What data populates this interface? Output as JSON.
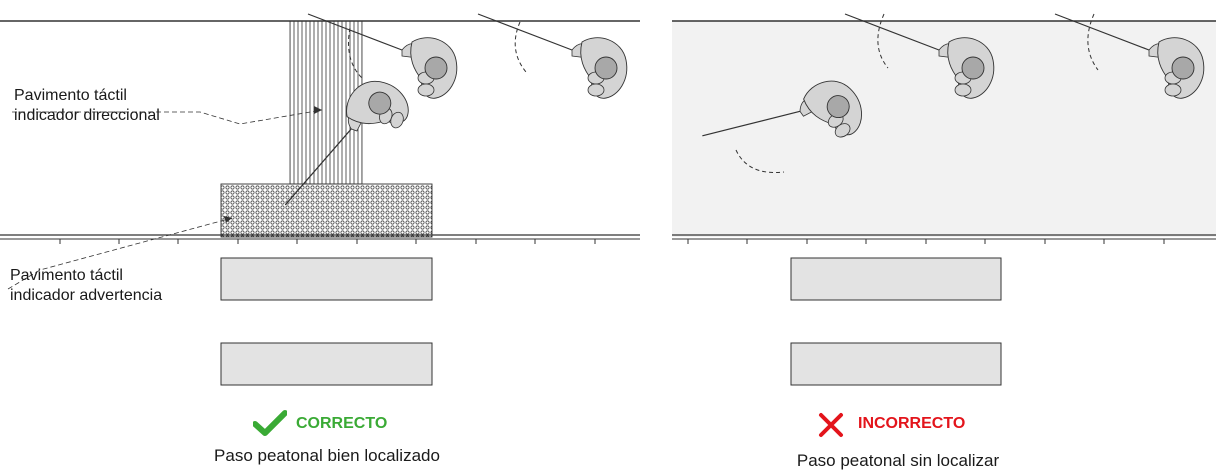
{
  "left_panel": {
    "label_directional": [
      "Pavimento táctil",
      "indicador direccional"
    ],
    "label_warning": [
      "Pavimento táctil",
      "indicador advertencia"
    ],
    "status": "CORRECTO",
    "status_icon": "check-icon",
    "status_color": "#3aaa35",
    "caption": "Paso peatonal bien localizado"
  },
  "right_panel": {
    "status": "INCORRECTO",
    "status_icon": "cross-icon",
    "status_color": "#e3141b",
    "caption": "Paso peatonal sin localizar",
    "background": "#f2f2f2"
  },
  "colors": {
    "crosswalk_fill": "#e3e3e3",
    "figure_fill": "#d4d4d4",
    "head_fill": "#a8a8a8",
    "line": "#333333"
  }
}
